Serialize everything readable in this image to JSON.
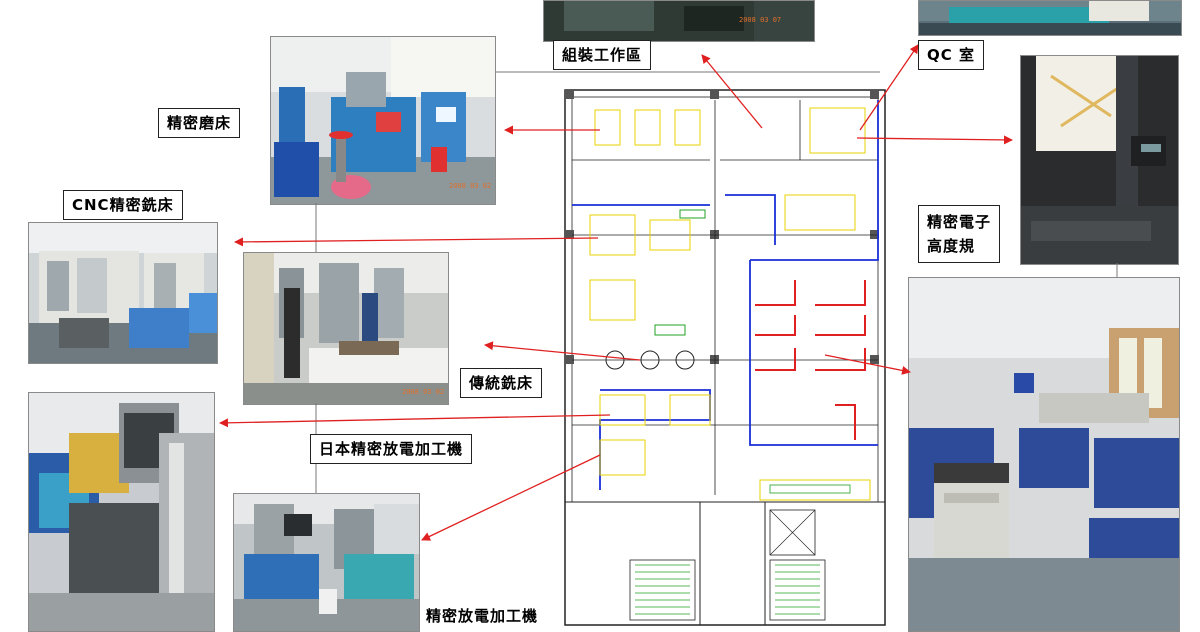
{
  "labels": {
    "assembly": "組裝工作區",
    "qc": "QC 室",
    "grinder": "精密磨床",
    "cnc": "CNC精密銑床",
    "height_gauge": "精密電子\n高度規",
    "milling": "傳統銑床",
    "japan_edm": "日本精密放電加工機",
    "edm": "精密放電加工機"
  },
  "photo_stamps": {
    "assembly": "2008 03 07",
    "grinder": "2008 03 02",
    "milling": "2008 03 02"
  },
  "colors": {
    "arrow": "#e02020",
    "plan_line": "#222222",
    "plan_blue": "#1a2fd8",
    "plan_red": "#e02020",
    "plan_yellow": "#e8d000",
    "plan_green": "#20a020"
  }
}
